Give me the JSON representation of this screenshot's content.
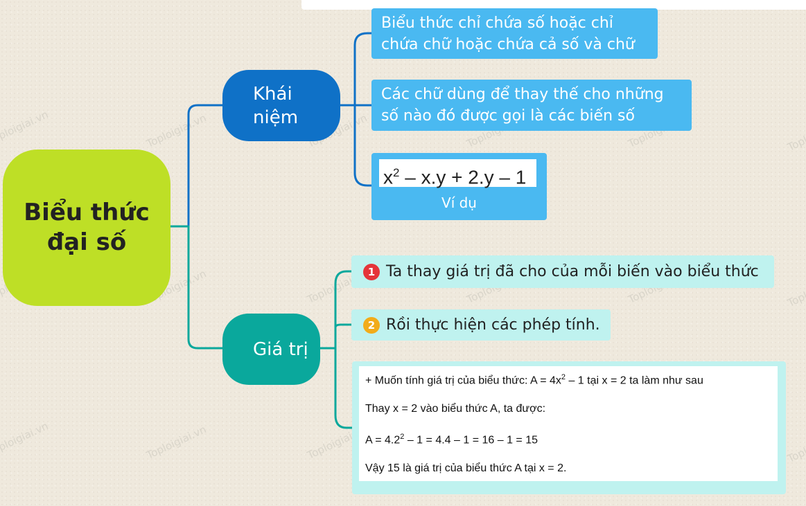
{
  "root": {
    "label": "Biểu thức đại số"
  },
  "branches": {
    "khai_niem": {
      "label": "Khái niệm",
      "items": [
        "Biểu thức chỉ chứa số hoặc chỉ chứa chữ hoặc chứa cả số và chữ",
        "Các chữ dùng để thay thế cho những số nào đó được gọi là các biến số"
      ],
      "example": {
        "formula_a": "x",
        "formula_exp": "2",
        "formula_b": " – x.y + 2.y – 1",
        "label": "Ví dụ"
      }
    },
    "gia_tri": {
      "label": "Giá trị",
      "steps": [
        {
          "num": "1",
          "text": "Ta thay giá trị đã cho của mỗi biến vào biểu thức"
        },
        {
          "num": "2",
          "text": "Rồi thực hiện các phép tính."
        }
      ],
      "example": {
        "line1_a": "+ Muốn tính giá trị của biểu thức: A = 4x",
        "line1_exp": "2",
        "line1_b": " – 1 tại x = 2 ta làm như sau",
        "line2": "Thay x = 2 vào biểu thức A, ta được:",
        "line3_a": "A = 4.2",
        "line3_exp": "2",
        "line3_b": " – 1 = 4.4 – 1 = 16 – 1 = 15",
        "line4": "Vậy 15 là giá trị của biểu thức A tại x = 2."
      }
    }
  },
  "watermark": "Toploigiai.vn",
  "colors": {
    "root": "#bedf26",
    "khai_niem": "#0f71c7",
    "gia_tri": "#0aa89c",
    "blue_box": "#4ab9f1",
    "cyan_box": "#bff2ef",
    "step1": "#e5343a",
    "step2": "#f2ac1a"
  }
}
